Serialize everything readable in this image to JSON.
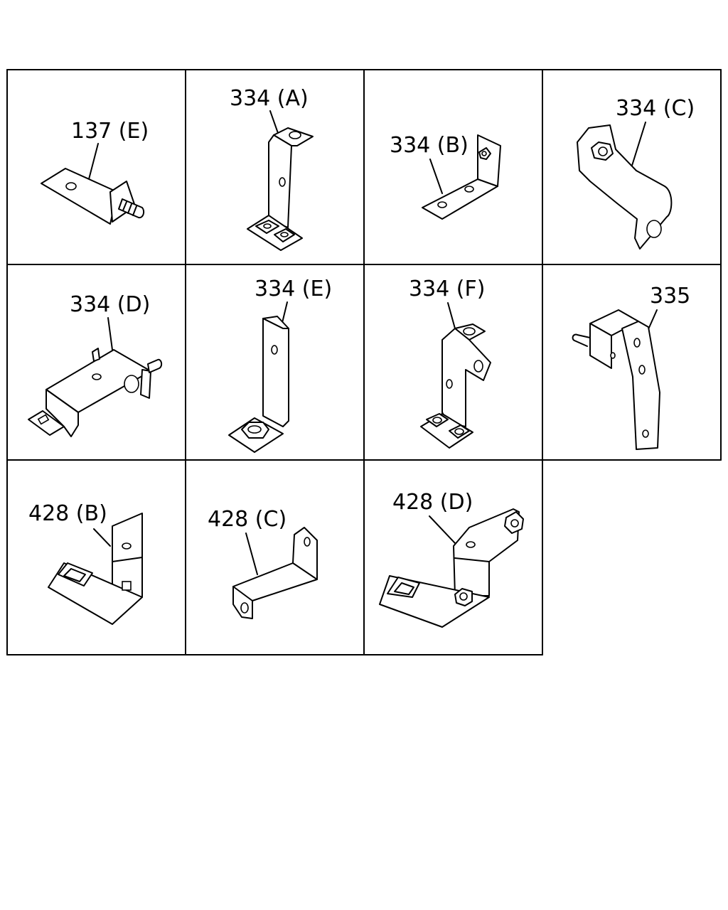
{
  "parts": [
    {
      "label": "137 (E)",
      "part_icon": "bracket-stud-icon"
    },
    {
      "label": "334 (A)",
      "part_icon": "z-bracket-twin-nut-icon"
    },
    {
      "label": "334 (B)",
      "part_icon": "l-bracket-nut-icon"
    },
    {
      "label": "334 (C)",
      "part_icon": "offset-bracket-icon"
    },
    {
      "label": "334 (D)",
      "part_icon": "channel-bracket-stud-icon"
    },
    {
      "label": "334 (E)",
      "part_icon": "l-bracket-single-nut-icon"
    },
    {
      "label": "334 (F)",
      "part_icon": "bracket-twin-nut-icon"
    },
    {
      "label": "335",
      "part_icon": "box-bracket-strap-icon"
    },
    {
      "label": "428 (B)",
      "part_icon": "angle-bracket-clip-icon"
    },
    {
      "label": "428 (C)",
      "part_icon": "z-strap-bracket-icon"
    },
    {
      "label": "428 (D)",
      "part_icon": "angle-bracket-clip-nut-icon"
    }
  ]
}
